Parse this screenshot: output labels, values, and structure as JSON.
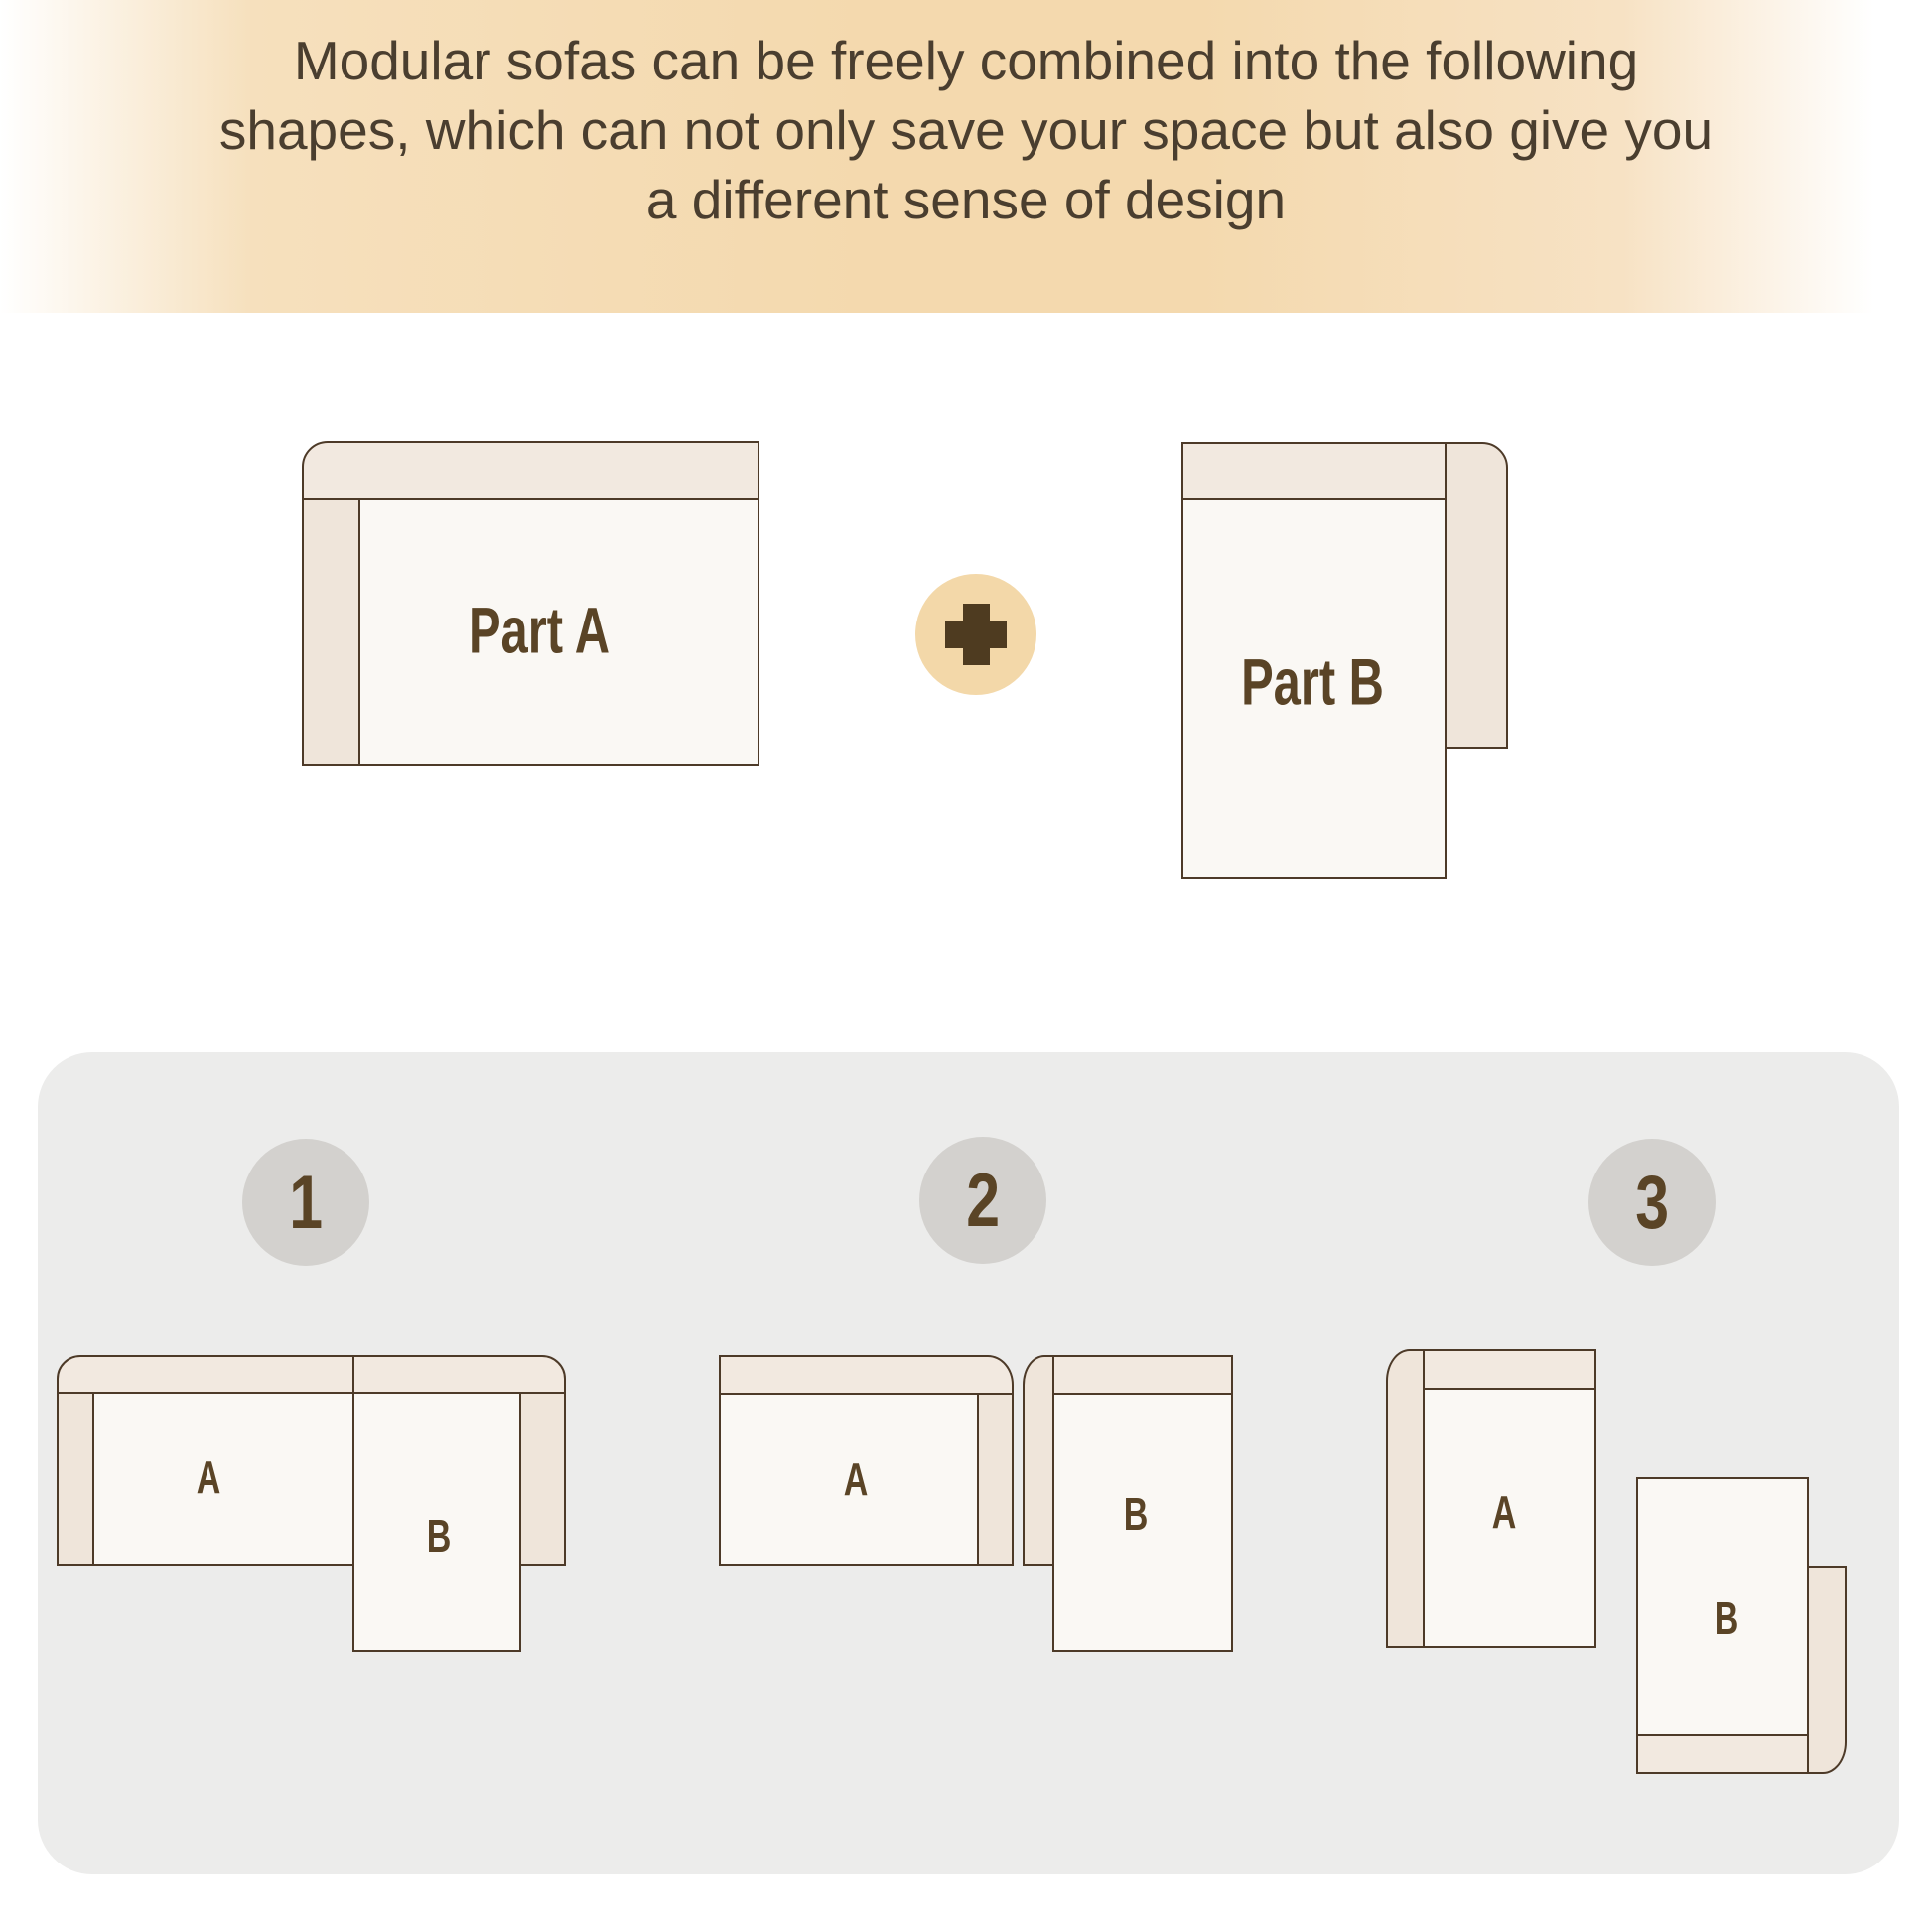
{
  "header": {
    "title_lines": [
      "Modular sofas can be freely combined into the following",
      "shapes, which can not only save your space but also give you",
      "a different sense of design"
    ]
  },
  "parts": {
    "part_a_label": "Part A",
    "part_b_label": "Part B",
    "plus_symbol": "+"
  },
  "combinations": [
    {
      "badge": "1",
      "label_a": "A",
      "label_b": "B"
    },
    {
      "badge": "2",
      "label_a": "A",
      "label_b": "B"
    },
    {
      "badge": "3",
      "label_a": "A",
      "label_b": "B"
    }
  ],
  "colors": {
    "header_gradient_peak": "#f4d9ae",
    "title_text": "#4a3e2f",
    "sofa_outline": "#4d3a28",
    "sofa_seat": "#faf8f4",
    "sofa_backrest": "#f2e9e0",
    "sofa_armrest": "#efe5da",
    "label_text": "#5a4426",
    "plus_circle": "#f3d8a9",
    "plus_glyph": "#4e3b20",
    "panel_background": "#ececeb",
    "badge_background": "#d3d1ce"
  }
}
